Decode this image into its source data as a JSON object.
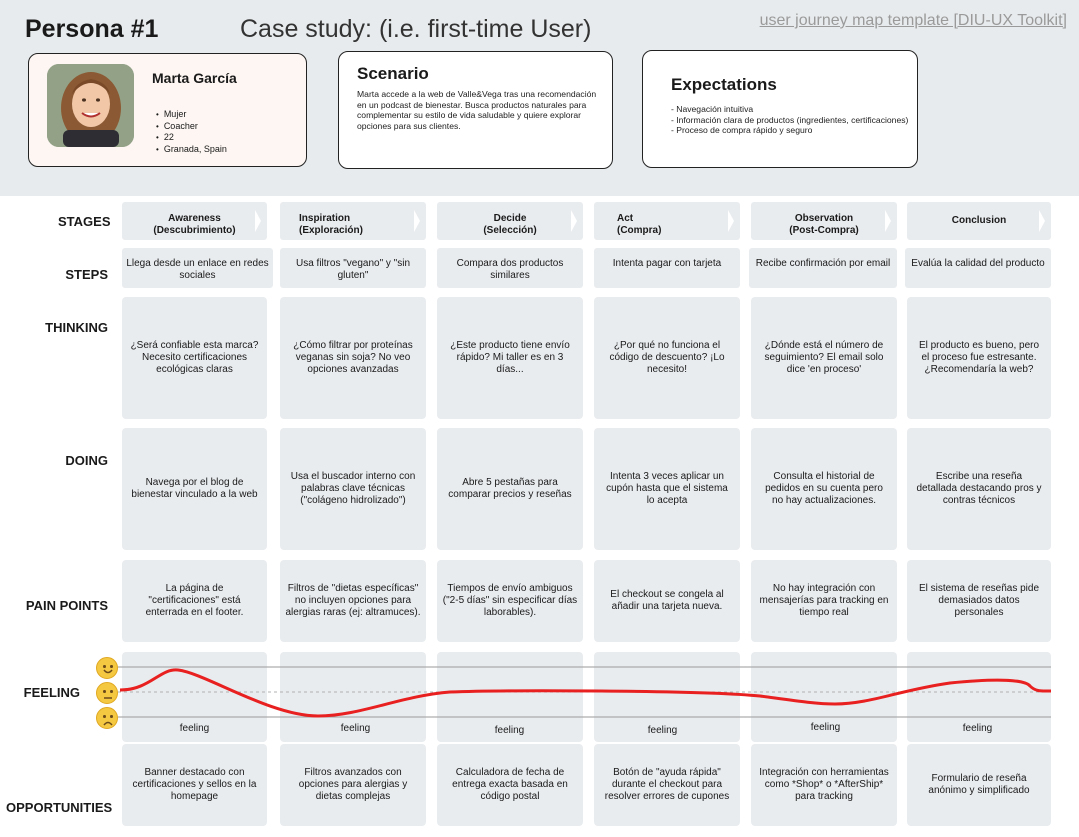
{
  "header": {
    "persona_title": "Persona #1",
    "case_title": "Case study: (i.e. first-time User)",
    "template_link": "user journey map template [DIU-UX Toolkit]"
  },
  "persona": {
    "name": "Marta García",
    "attributes": [
      "Mujer",
      "Coacher",
      "22",
      "Granada, Spain"
    ]
  },
  "scenario": {
    "heading": "Scenario",
    "text": "Marta accede a la web de Valle&Vega tras una recomendación en un podcast de bienestar. Busca productos naturales para complementar su estilo de vida saludable y quiere explorar opciones para sus clientes."
  },
  "expectations": {
    "heading": "Expectations",
    "lines": [
      "- Navegación intuitiva",
      "- Información clara de productos (ingredientes, certificaciones)",
      "- Proceso de compra rápido y seguro"
    ]
  },
  "row_labels": {
    "stages": "STAGES",
    "steps": "STEPS",
    "thinking": "THINKING",
    "doing": "DOING",
    "pain_points": "PAIN POINTS",
    "feeling": "FEELING",
    "opportunities": "OPPORTUNITIES"
  },
  "stages": [
    {
      "line1": "Awareness",
      "line2": "(Descubrimiento)"
    },
    {
      "line1": "Inspiration",
      "line2": "(Exploración)"
    },
    {
      "line1": "Decide",
      "line2": "(Selección)"
    },
    {
      "line1": "Act",
      "line2": "(Compra)"
    },
    {
      "line1": "Observation",
      "line2": "(Post-Compra)"
    },
    {
      "line1": "Conclusion",
      "line2": ""
    }
  ],
  "steps": [
    "Llega desde un enlace en redes sociales",
    "Usa filtros \"vegano\" y \"sin gluten\"",
    "Compara dos productos similares",
    "Intenta pagar con tarjeta",
    "Recibe confirmación por email",
    "Evalúa la calidad del producto"
  ],
  "thinking": [
    "¿Será confiable esta marca? Necesito certificaciones ecológicas claras",
    "¿Cómo filtrar por proteínas veganas sin soja? No veo opciones avanzadas",
    "¿Este producto tiene envío rápido? Mi taller es en 3 días...",
    "¿Por qué no funciona el código de descuento? ¡Lo necesito!",
    "¿Dónde está el número de seguimiento? El email solo dice 'en proceso'",
    "El producto es bueno, pero el proceso fue estresante. ¿Recomendaría la web?"
  ],
  "doing": [
    "Navega por el blog de bienestar vinculado a la web",
    "Usa el buscador interno con palabras clave técnicas (\"colágeno hidrolizado\")",
    "Abre 5 pestañas para comparar precios y reseñas",
    "Intenta 3 veces aplicar un cupón hasta que el sistema lo acepta",
    "Consulta el historial de pedidos en su cuenta pero no hay actualizaciones.",
    "Escribe una reseña detallada destacando pros y contras técnicos"
  ],
  "pain_points": [
    "La página de \"certificaciones\" está enterrada en el footer.",
    "Filtros de \"dietas específicas\" no incluyen opciones para alergias raras (ej: altramuces).",
    "Tiempos de envío ambiguos (\"2-5 días\" sin especificar días laborables).",
    "El checkout se congela al añadir una tarjeta nueva.",
    "No hay integración con mensajerías para tracking en tiempo real",
    "El sistema de reseñas pide demasiados datos personales"
  ],
  "feeling": {
    "labels": [
      "feeling",
      "feeling",
      "feeling",
      "feeling",
      "feeling",
      "feeling"
    ],
    "line_color": "#e82020",
    "emoji_icons": [
      "happy-face-icon",
      "neutral-face-icon",
      "sad-face-icon"
    ]
  },
  "opportunities": [
    "Banner destacado con certificaciones y sellos en la homepage",
    "Filtros avanzados con opciones para alergias y dietas complejas",
    "Calculadora de fecha de entrega exacta basada en código postal",
    "Botón de \"ayuda rápida\" durante el checkout para resolver errores de cupones",
    "Integración con herramientas como *Shop* o *AfterShip* para tracking",
    "Formulario de reseña anónimo y simplificado"
  ]
}
